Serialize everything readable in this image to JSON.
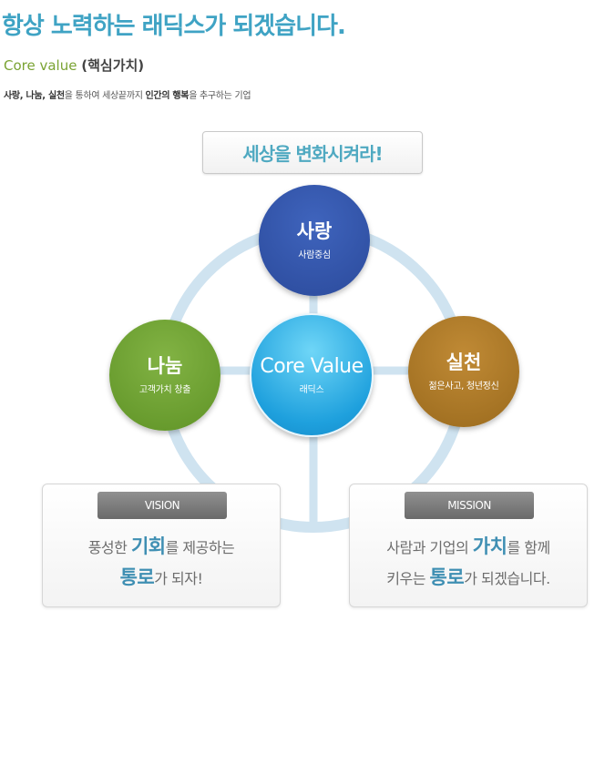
{
  "header": {
    "title": "항상 노력하는 래딕스가 되겠습니다.",
    "sub_en": "Core value",
    "sub_ko": "(핵심가치)",
    "desc_pre": "사랑, 나눔, 실천",
    "desc_mid1": "을 통하여 세상끝까지 ",
    "desc_bold": "인간의 행복",
    "desc_post": "을 추구하는 기업"
  },
  "slogan": "세상을 변화시켜라!",
  "nodes": {
    "love": {
      "title": "사랑",
      "sub": "사람중심"
    },
    "share": {
      "title": "나눔",
      "sub": "고객가치 창출"
    },
    "practice": {
      "title": "실천",
      "sub": "젊은사고, 청년정신"
    },
    "core": {
      "title": "Core Value",
      "sub": "래딕스"
    }
  },
  "vision": {
    "tag": "VISION",
    "l1_a": "풍성한 ",
    "l1_em": "기회",
    "l1_b": "를 제공하는",
    "l2_em": "통로",
    "l2_b": "가 되자!"
  },
  "mission": {
    "tag": "MISSION",
    "l1_a": "사람과 기업의 ",
    "l1_em": "가치",
    "l1_b": "를 함께",
    "l2_a": "키우는 ",
    "l2_em": "통로",
    "l2_b": "가 되겠습니다."
  },
  "colors": {
    "headline": "#3fa3c4",
    "love": "#2f52a6",
    "share": "#6fa232",
    "practice": "#ab7a27",
    "core": "#1ea0dd",
    "ring": "#cfe3f0"
  }
}
